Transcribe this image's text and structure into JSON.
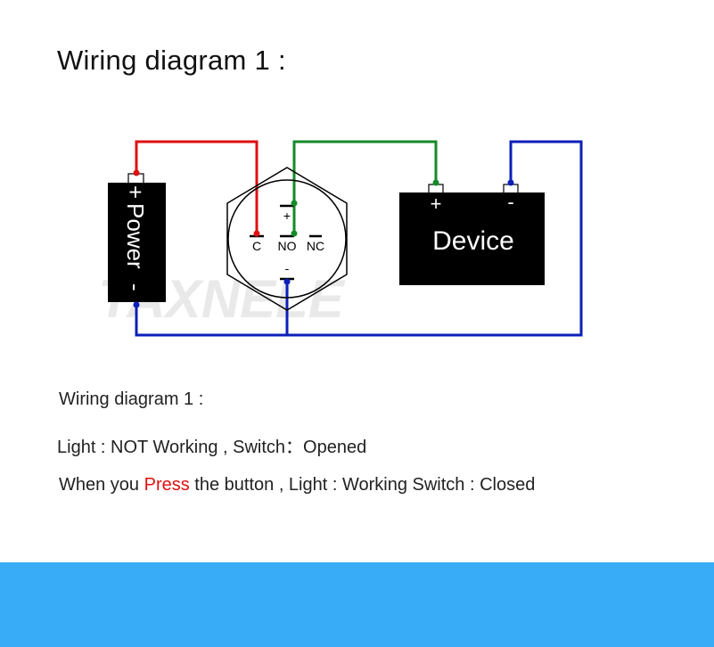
{
  "title": "Wiring diagram 1 :",
  "watermark": "TAXNELE",
  "power": {
    "label": "Power",
    "plus": "+",
    "minus": "-"
  },
  "switch": {
    "pin_c": "C",
    "pin_no": "NO",
    "pin_nc": "NC",
    "plus": "+",
    "minus": "-"
  },
  "device": {
    "label": "Device",
    "plus": "+",
    "minus": "-"
  },
  "captions": {
    "line1": "Wiring diagram 1 :",
    "line2": "Light : NOT Working , Switch：Opened",
    "line3_a": "When you ",
    "line3_b": "Press",
    "line3_c": " the button , Light : Working Switch : Closed"
  },
  "colors": {
    "wire_red": "#e01010",
    "wire_green": "#148a28",
    "wire_blue": "#0c1fb8",
    "footer": "#38acf6",
    "press_highlight": "#e01010"
  }
}
